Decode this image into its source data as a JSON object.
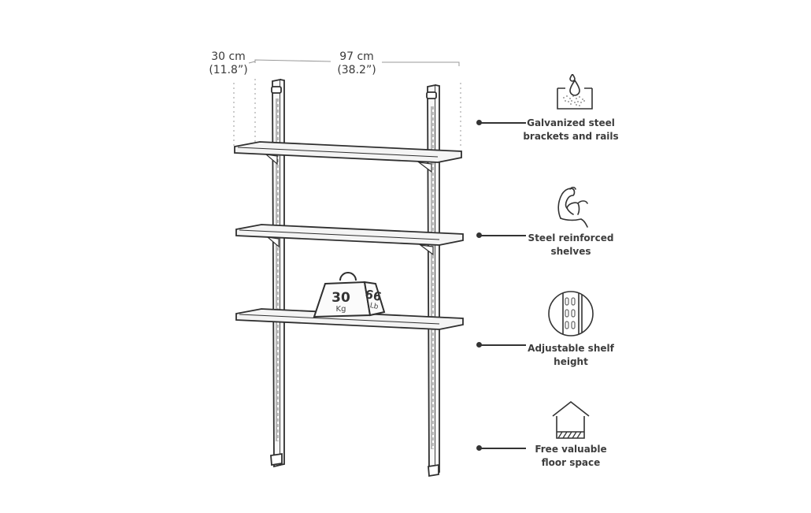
{
  "dimensions": {
    "depth_cm": "30 cm",
    "depth_in": "(11.8”)",
    "width_cm": "97 cm",
    "width_in": "(38.2”)"
  },
  "weight_badge": {
    "kg_value": "30",
    "kg_unit": "Kg",
    "lb_value": "66",
    "lb_unit": "Lb"
  },
  "features": [
    {
      "icon": "galvanized-water-drop-icon",
      "line1": "Galvanized steel",
      "line2": "brackets and rails"
    },
    {
      "icon": "flexed-arm-icon",
      "line1": "Steel reinforced",
      "line2": "shelves"
    },
    {
      "icon": "rail-slots-circle-icon",
      "line1": "Adjustable shelf",
      "line2": "height"
    },
    {
      "icon": "house-floor-icon",
      "line1": "Free valuable",
      "line2": "floor space"
    }
  ],
  "colors": {
    "line": "#333333",
    "text": "#3d3d3d",
    "background": "#ffffff",
    "shelf_fill": "#f4f4f4"
  }
}
